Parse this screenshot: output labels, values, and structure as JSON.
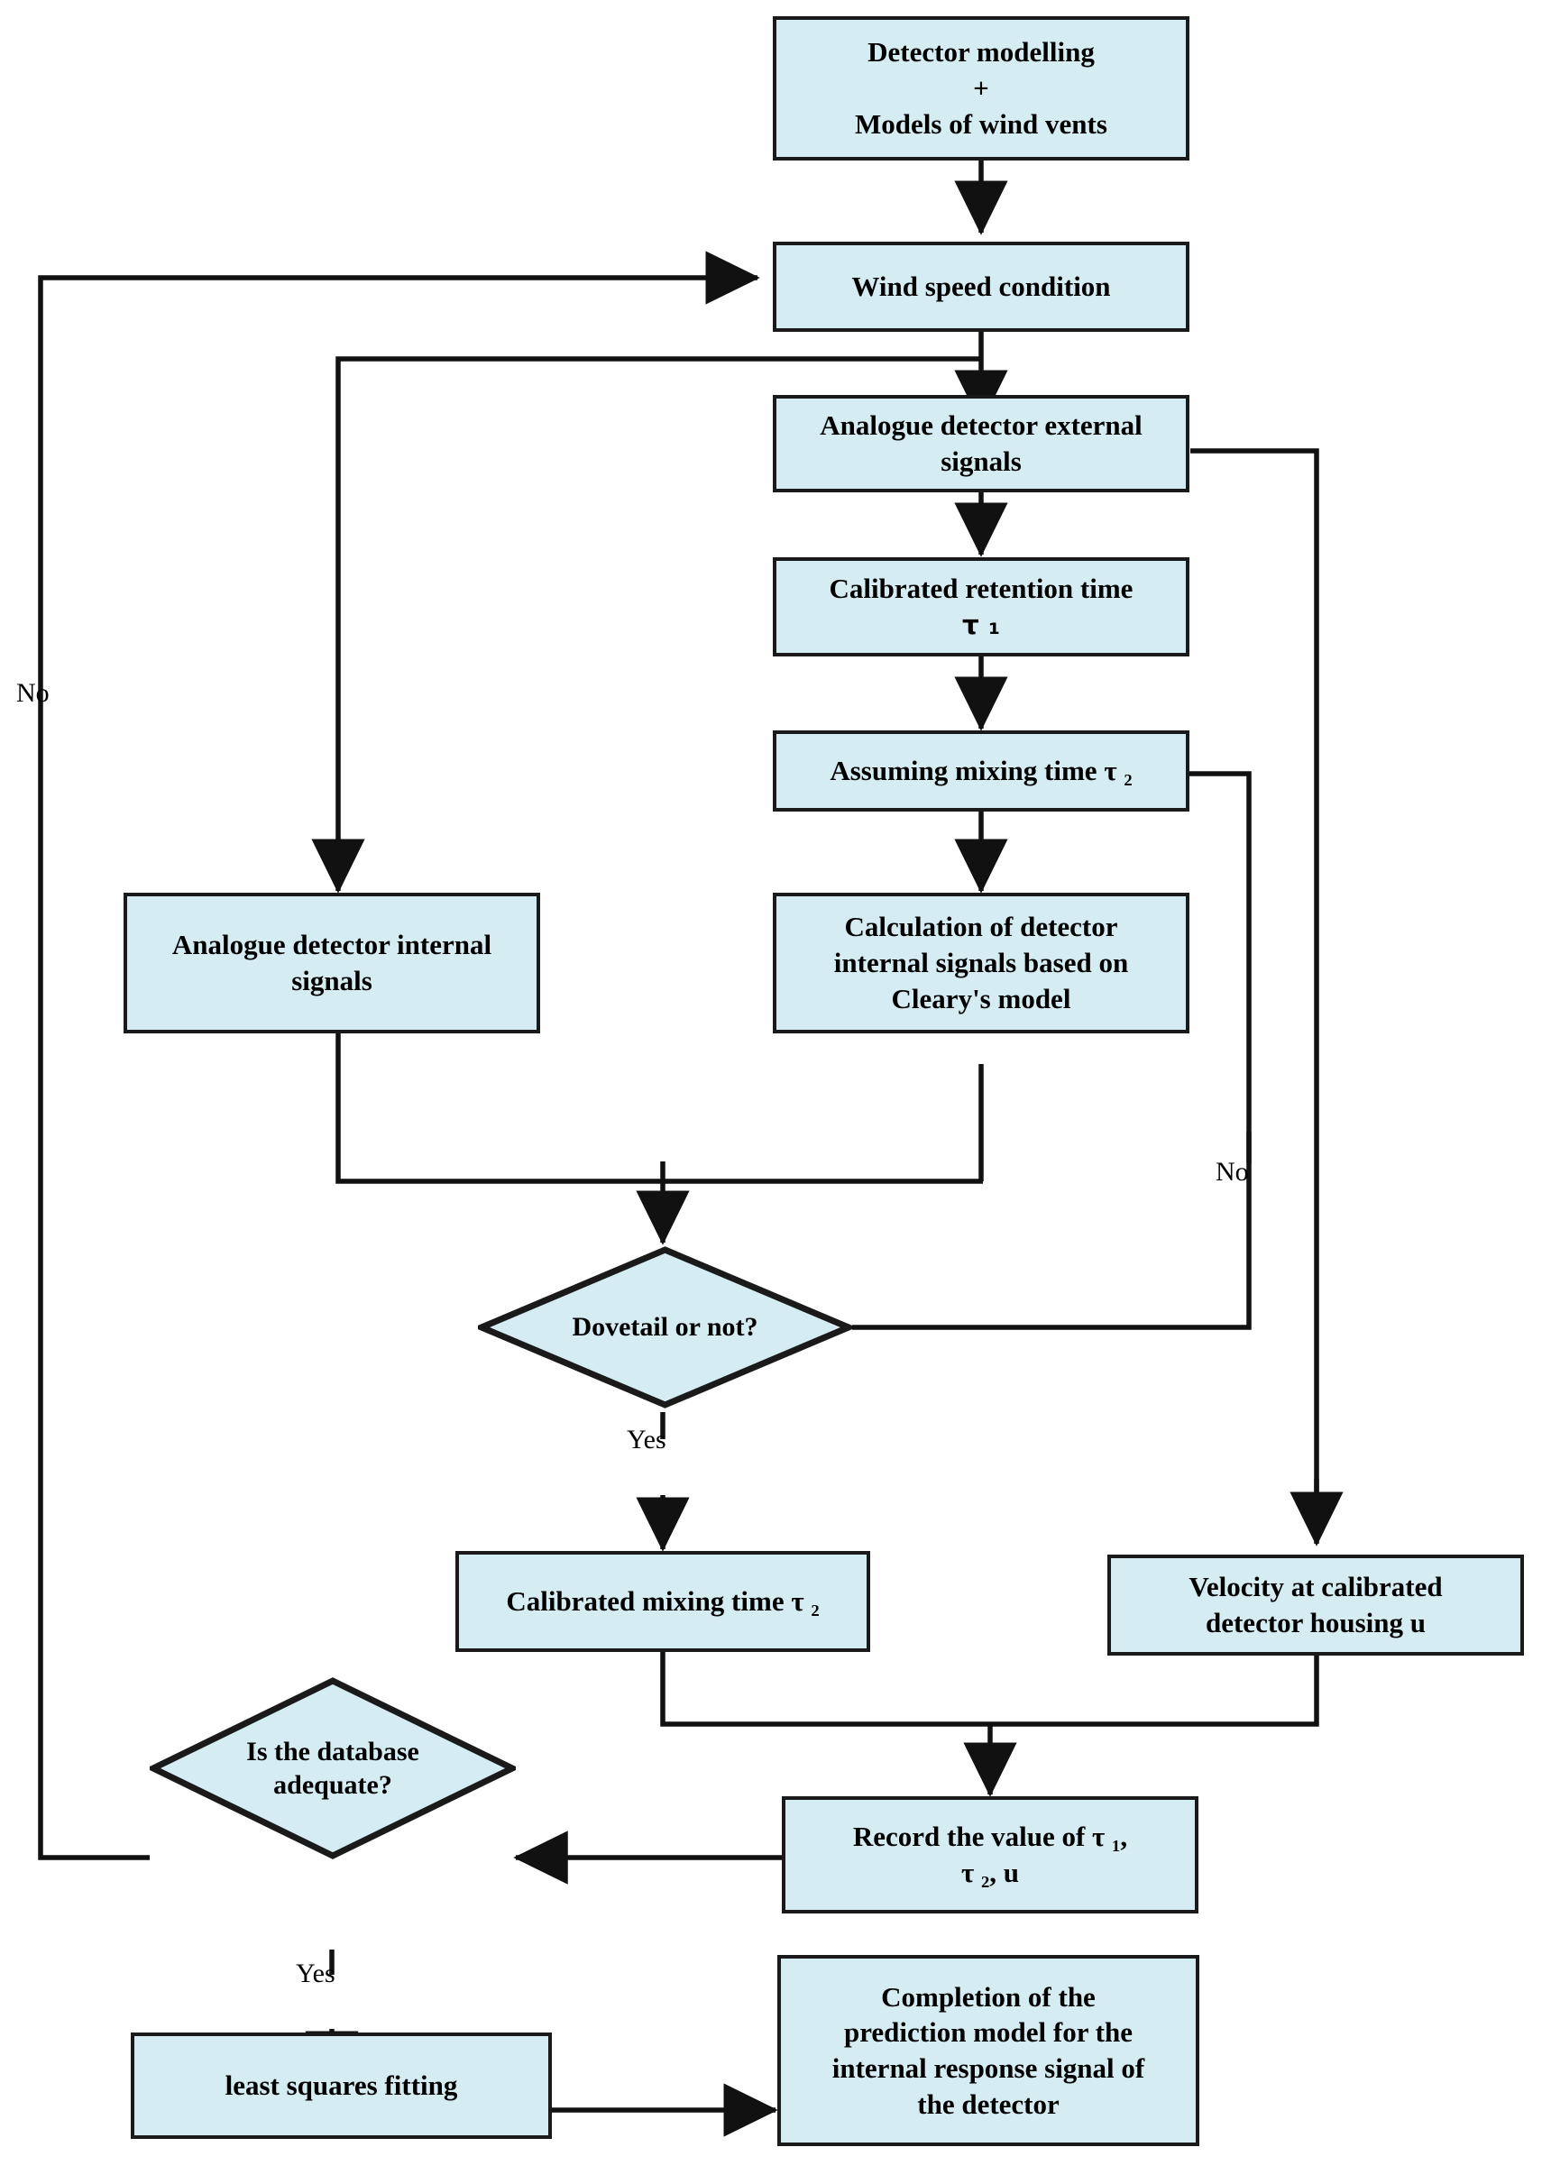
{
  "diagram": {
    "title": "Detector internal response signal prediction model flowchart",
    "colors": {
      "node_fill": "#d4ecf2",
      "node_stroke": "#1a1a1a",
      "background": "#ffffff",
      "text": "#000000"
    },
    "nodes": {
      "detector_modelling": {
        "line1": "Detector modelling",
        "line2": "+",
        "line3": "Models of wind vents"
      },
      "wind_speed": {
        "label": "Wind speed condition"
      },
      "external_signals": {
        "line1": "Analogue detector external",
        "line2": "signals"
      },
      "retention_time": {
        "line1": "Calibrated retention time",
        "line2": "τ ₁"
      },
      "mixing_time_assume": {
        "label": "Assuming mixing time  τ ₂"
      },
      "internal_signals": {
        "line1": "Analogue detector internal",
        "line2": "signals"
      },
      "cleary_calc": {
        "line1": "Calculation of detector",
        "line2": "internal signals based on",
        "line3": "Cleary's model"
      },
      "dovetail_decision": {
        "label": "Dovetail or not?"
      },
      "mixing_time_calibrated": {
        "label": "Calibrated mixing time  τ ₂"
      },
      "velocity_housing": {
        "line1": "Velocity at calibrated",
        "line2": "detector housing u"
      },
      "record_values": {
        "line1": "Record the value of  τ ₁,",
        "line2": "τ ₂, u"
      },
      "database_decision": {
        "line1": "Is the database",
        "line2": "adequate?"
      },
      "least_squares": {
        "label": "least squares fitting"
      },
      "completion": {
        "line1": "Completion of the",
        "line2": "prediction model for the",
        "line3": "internal response signal of",
        "line4": "the detector"
      }
    },
    "edge_labels": {
      "no_left": "No",
      "no_right": "No",
      "yes_dovetail": "Yes",
      "yes_database": "Yes"
    }
  }
}
